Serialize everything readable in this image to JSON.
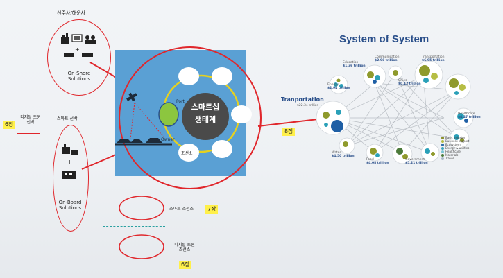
{
  "left": {
    "shipowner_title": "선주사/해운사",
    "onshore_label": "On-Shore\nSolutions",
    "digital_twin_ship": "디지털 트윈\n선박",
    "smart_ship": "스마트 선박",
    "onboard_label": "On-Board\nSolutions",
    "chapter6_tag": "6장"
  },
  "center": {
    "hub_text_1": "스마트십",
    "hub_text_2": "생태계",
    "port_label": "Port",
    "shipyard_label": "조선소",
    "owner_label": "Owner",
    "smart_shipyard_label": "스마트 조선소",
    "chapter7_tag": "7장",
    "digital_twin_shipyard": "디지털 트윈\n조선소",
    "chapter6b_tag": "6장",
    "chapter8_tag": "8장"
  },
  "sos": {
    "title": "System of System",
    "transport_label": "Tranportation",
    "transport_value": "$22.34 trillion",
    "nodes": [
      {
        "name": "Education",
        "value": "$1.36 trillion"
      },
      {
        "name": "Communication",
        "value": "$2.96 trillion"
      },
      {
        "name": "Transportation",
        "value": "$6.95 trillion"
      },
      {
        "name": "Healthcare",
        "value": "$4.27 trillion"
      },
      {
        "name": "Water",
        "value": "$4.50 trillion"
      },
      {
        "name": "Food",
        "value": "$4.08 trillion"
      },
      {
        "name": "Government",
        "value": "$5.21 trillion"
      },
      {
        "name": "Energy",
        "value": "$2.94 trillion"
      },
      {
        "name": "Cities",
        "value": "$0.12 trillion"
      }
    ],
    "legend": [
      {
        "label": "Basic industry",
        "color": "#8a8f2a"
      },
      {
        "label": "Business support",
        "color": "#b6bd44"
      },
      {
        "label": "Ecosystem",
        "color": "#2f6ea8"
      },
      {
        "label": "Energy & utilities",
        "color": "#3fa7c0"
      },
      {
        "label": "Healthcare",
        "color": "#7cc6d6"
      },
      {
        "label": "Materials",
        "color": "#4b7a3a"
      },
      {
        "label": "Travel",
        "color": "#a7b8c8"
      }
    ],
    "colors": {
      "olive": "#8f9a2c",
      "teal": "#2aa0b8",
      "blue": "#1f5fa5",
      "light": "#b8d6df"
    }
  },
  "colors": {
    "red": "#e0262b",
    "hub_blue": "#5aa0d4",
    "yellow": "#fff04a"
  }
}
